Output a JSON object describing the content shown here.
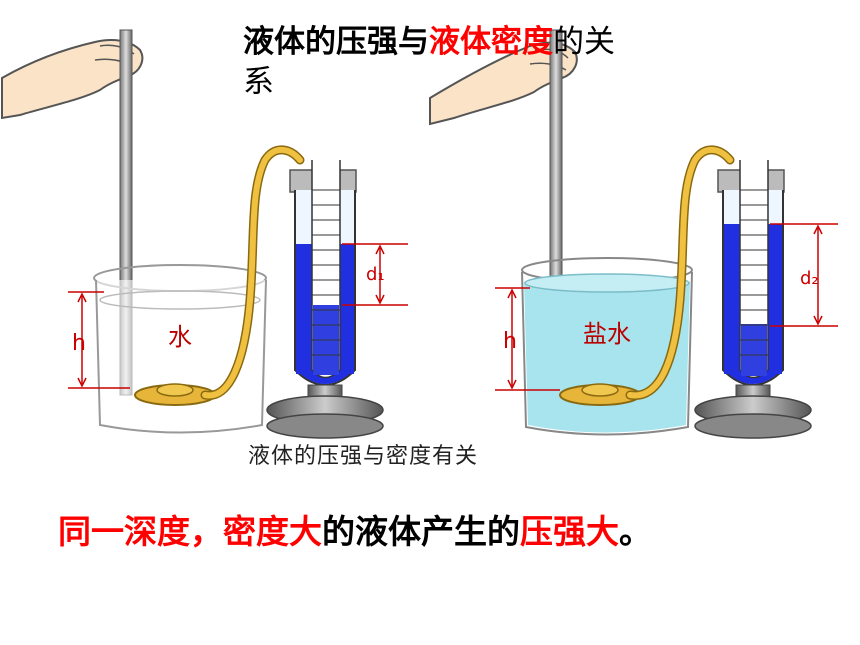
{
  "title": {
    "part1": "液体的压强与",
    "part2": "液体密度",
    "part3": "的关",
    "part4": "系"
  },
  "left_setup": {
    "liquid_label": "水",
    "depth_label": "h",
    "height_label": "d₁",
    "liquid_color": "#ffffff",
    "manometer_liquid_color": "#2030e0"
  },
  "right_setup": {
    "liquid_label": "盐水",
    "depth_label": "h",
    "height_label": "d₂",
    "liquid_color": "#a8e4ee",
    "manometer_liquid_color": "#2030e0"
  },
  "caption": "液体的压强与密度有关",
  "conclusion": {
    "part1": "同一深度，",
    "part2": "密度大",
    "part3": "的液体产生的",
    "part4": "压强大",
    "part5": "。"
  }
}
